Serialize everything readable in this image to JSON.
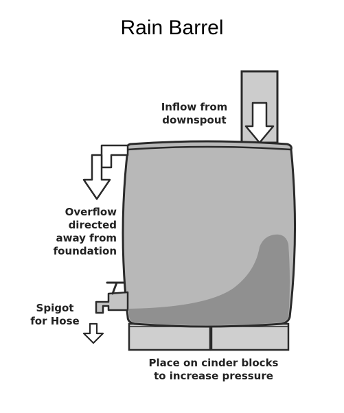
{
  "title": "Rain Barrel",
  "labels": {
    "inflow": [
      "Inflow from",
      "downspout"
    ],
    "overflow": [
      "Overflow",
      "directed",
      "away from",
      "foundation"
    ],
    "spigot": [
      "Spigot",
      "for Hose"
    ],
    "cinder": [
      "Place on cinder blocks",
      "to increase pressure"
    ]
  },
  "colors": {
    "barrel": "#b8b8b8",
    "water": "#909090",
    "blocks": "#cfcfcf",
    "pipe": "#cccccc",
    "outline": "#2a2a2a"
  }
}
